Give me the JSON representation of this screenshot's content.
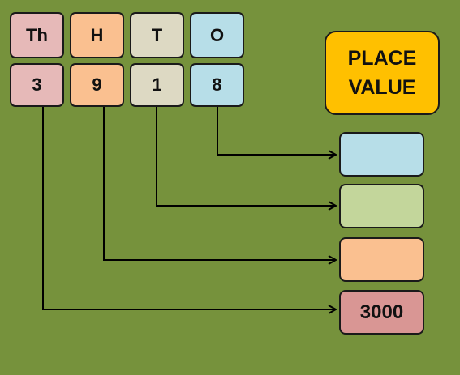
{
  "headers": [
    "Th",
    "H",
    "T",
    "O"
  ],
  "digits": [
    "3",
    "9",
    "1",
    "8"
  ],
  "title": {
    "line1": "PLACE",
    "line2": "VALUE"
  },
  "answers": {
    "ones": "",
    "tens": "",
    "hundreds": "",
    "thousands": "3000"
  },
  "colors": {
    "background": "#76923c",
    "thousands": "#e6b9b8",
    "hundreds": "#fac090",
    "tens": "#ddd9c3",
    "ones": "#b7dee8",
    "tens_answer": "#c3d69b",
    "thousands_answer": "#d99694",
    "title_box": "#ffc000"
  }
}
